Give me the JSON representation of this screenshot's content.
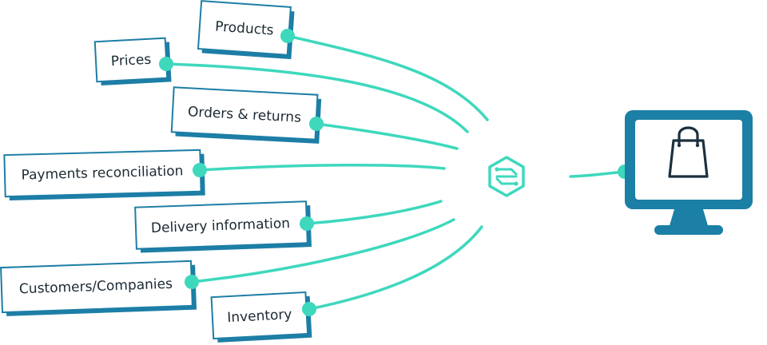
{
  "sources": [
    {
      "id": "products",
      "label": "Products"
    },
    {
      "id": "prices",
      "label": "Prices"
    },
    {
      "id": "orders",
      "label": "Orders & returns"
    },
    {
      "id": "payments",
      "label": "Payments reconciliation"
    },
    {
      "id": "delivery",
      "label": "Delivery information"
    },
    {
      "id": "customers",
      "label": "Customers/Companies"
    },
    {
      "id": "inventory",
      "label": "Inventory"
    }
  ],
  "hub": {
    "icon": "integration-hub-icon"
  },
  "target": {
    "icon": "shopping-bag-monitor-icon"
  },
  "colors": {
    "connector": "#3ed8bd",
    "box_border": "#1d7ea6",
    "box_shadow": "#1d7ea6",
    "monitor": "#1b7fa6",
    "bag": "#1b3040",
    "hub": "#3ed8bd"
  }
}
